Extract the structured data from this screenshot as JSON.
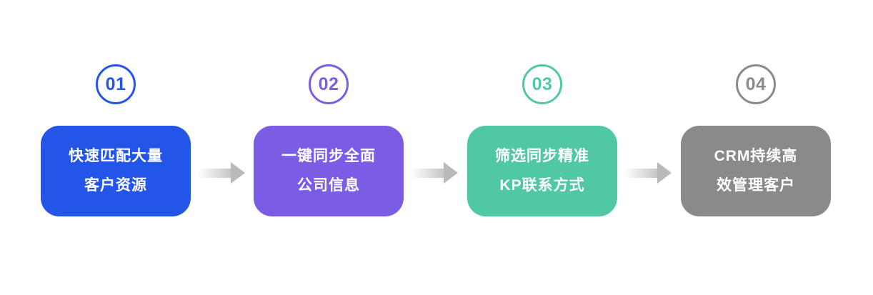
{
  "diagram": {
    "background_color": "#ffffff",
    "arrow_color": "#b9b9b9",
    "steps": [
      {
        "number": "01",
        "color": "#2355e8",
        "card_line1": "快速匹配大量",
        "card_line2": "客户资源"
      },
      {
        "number": "02",
        "color": "#7b5ce4",
        "card_line1": "一键同步全面",
        "card_line2": "公司信息"
      },
      {
        "number": "03",
        "color": "#50c8a5",
        "card_line1": "筛选同步精准",
        "card_line2": "KP联系方式"
      },
      {
        "number": "04",
        "color": "#8a8a8a",
        "card_line1": "CRM持续高",
        "card_line2": "效管理客户"
      }
    ]
  }
}
